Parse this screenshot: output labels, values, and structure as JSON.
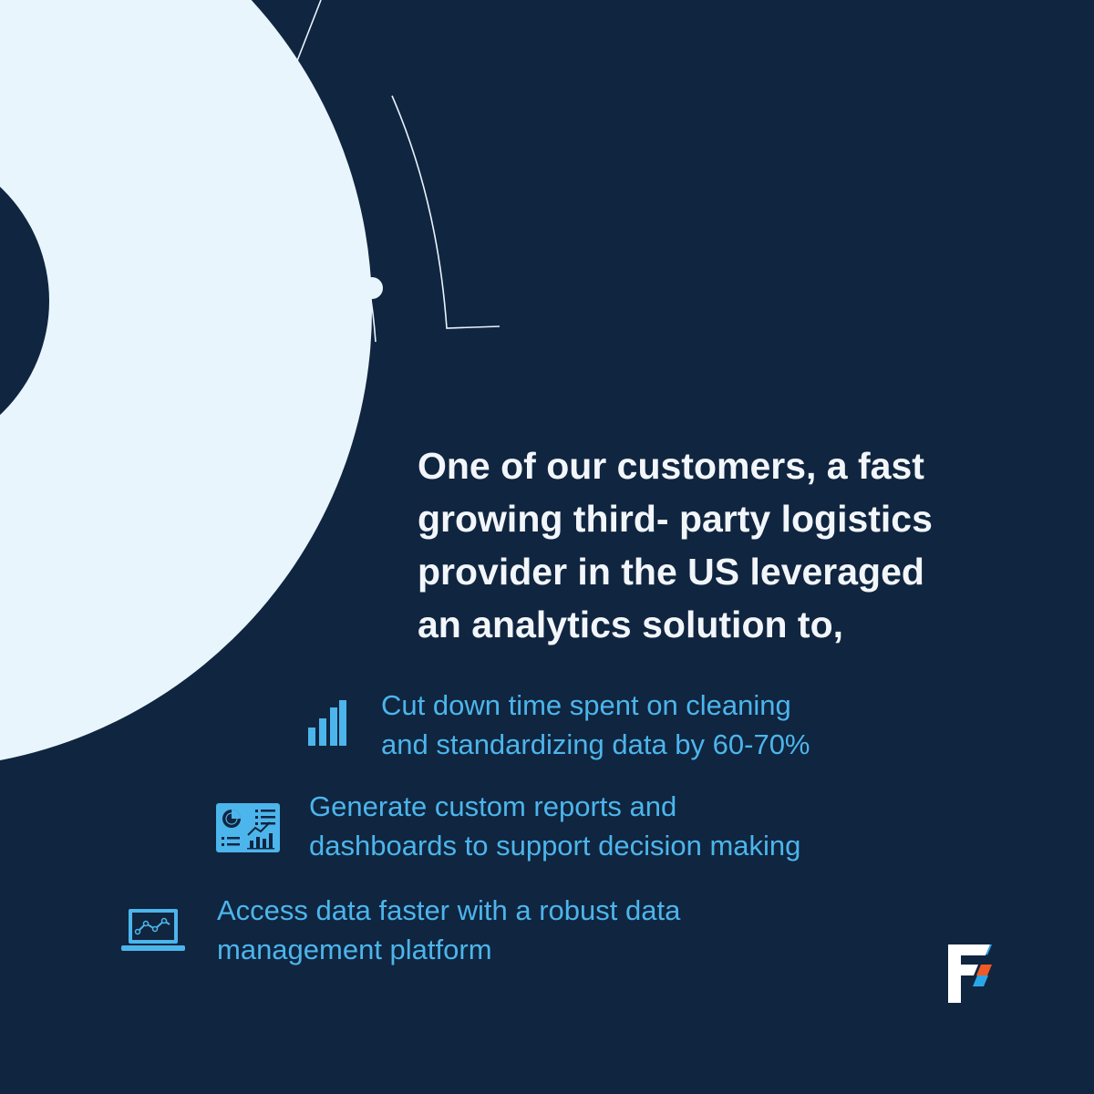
{
  "headline": {
    "lines": [
      "One of our customers, a fast",
      "growing third- party logistics",
      "provider in the US leveraged",
      "an analytics solution to,"
    ]
  },
  "benefits": [
    {
      "icon": "bar-chart-icon",
      "lines": [
        "Cut down time spent on cleaning",
        "and standardizing data by 60-70%"
      ]
    },
    {
      "icon": "dashboard-report-icon",
      "lines": [
        "Generate custom reports and",
        "dashboards to support decision making"
      ]
    },
    {
      "icon": "laptop-analytics-icon",
      "lines": [
        "Access data faster with a robust data",
        "management platform"
      ]
    }
  ],
  "logo": {
    "icon": "brand-f-logo-icon"
  },
  "colors": {
    "background": "#10253f",
    "circle": "#e8f5fd",
    "headline_text": "#f2f6fb",
    "accent_blue": "#4cb5ec",
    "logo_white": "#ffffff",
    "logo_orange": "#f15a24",
    "logo_blue": "#2aa6e8"
  }
}
